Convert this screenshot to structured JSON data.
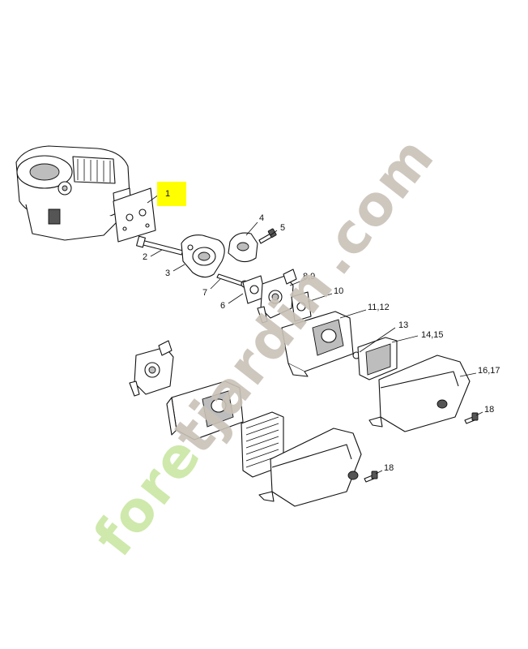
{
  "callouts": {
    "c1": "1",
    "c2": "2",
    "c3": "3",
    "c4": "4",
    "c5": "5",
    "c6": "6",
    "c7": "7",
    "c89": "8,9",
    "c10": "10",
    "c1112": "11,12",
    "c13": "13",
    "c1415": "14,15",
    "c1617": "16,17",
    "c18a": "18",
    "c18b": "18"
  },
  "watermark": {
    "text_green": "fore",
    "text_grey": "tjardin",
    "text_tail": ".com"
  },
  "colors": {
    "highlight": "#ffff00",
    "watermark_green": "#c9e7a2",
    "watermark_grey": "#c9c2b8"
  }
}
